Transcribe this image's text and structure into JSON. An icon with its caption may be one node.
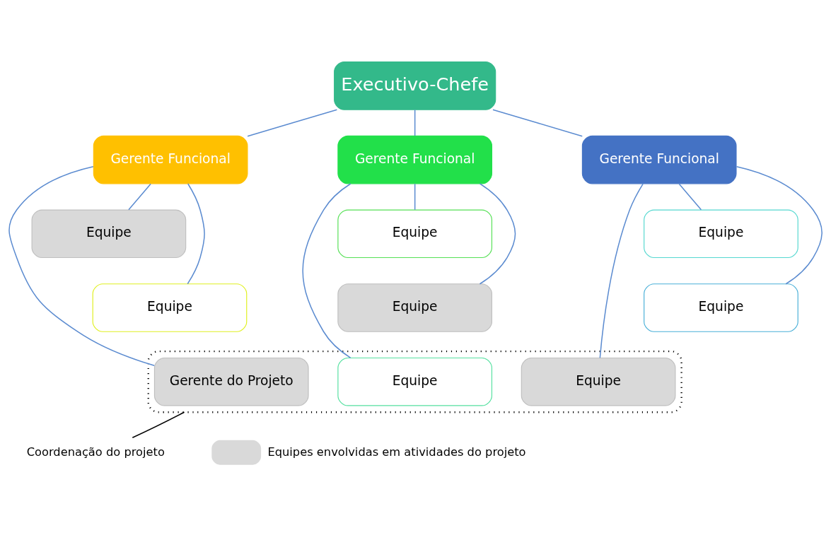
{
  "diagram": {
    "nodes": [
      {
        "text": [
          "Executivo-Chefe"
        ]
      },
      {
        "text": [
          "Gerente Funcional"
        ]
      },
      {
        "text": [
          "Gerente Funcional"
        ]
      },
      {
        "text": [
          "Gerente Funcional"
        ]
      },
      {
        "text": [],
        "shape": "box"
      },
      {
        "text": [
          "Equipe"
        ]
      },
      {
        "text": [
          "Equipe"
        ]
      },
      {
        "text": [
          "Gerente do Projeto"
        ],
        "in": 4
      },
      {
        "text": [
          "Equipe"
        ]
      },
      {
        "text": [
          "Equipe"
        ]
      },
      {
        "text": [
          "Equipe"
        ],
        "in": 4
      },
      {
        "text": [
          "Equipe"
        ]
      },
      {
        "text": [
          "Equipe"
        ]
      },
      {
        "text": [
          "Equipe"
        ],
        "in": 4
      },
      {
        "text": [
          "Coordenação do projeto"
        ]
      }
    ],
    "edges": [
      {
        "from": 0,
        "to": 1,
        "arrow": "none"
      },
      {
        "from": 0,
        "to": 2,
        "arrow": "none"
      },
      {
        "from": 0,
        "to": 3,
        "arrow": "none"
      },
      {
        "from": 1,
        "to": 5,
        "arrow": "none"
      },
      {
        "from": 1,
        "to": 6,
        "arrow": "none"
      },
      {
        "from": 1,
        "to": 7,
        "arrow": "none"
      },
      {
        "from": 2,
        "to": 8,
        "arrow": "none"
      },
      {
        "from": 2,
        "to": 9,
        "arrow": "none"
      },
      {
        "from": 2,
        "to": 10,
        "arrow": "none"
      },
      {
        "from": 3,
        "to": 11,
        "arrow": "none"
      },
      {
        "from": 3,
        "to": 12,
        "arrow": "none"
      },
      {
        "from": 3,
        "to": 13,
        "arrow": "none"
      },
      {
        "from": 14,
        "to": 4,
        "arrow": "none",
        "color": "#000000"
      }
    ],
    "legend": [
      {
        "text": "Equipes envolvidas em atividades do projeto",
        "color": "#d9d9d9"
      }
    ]
  }
}
